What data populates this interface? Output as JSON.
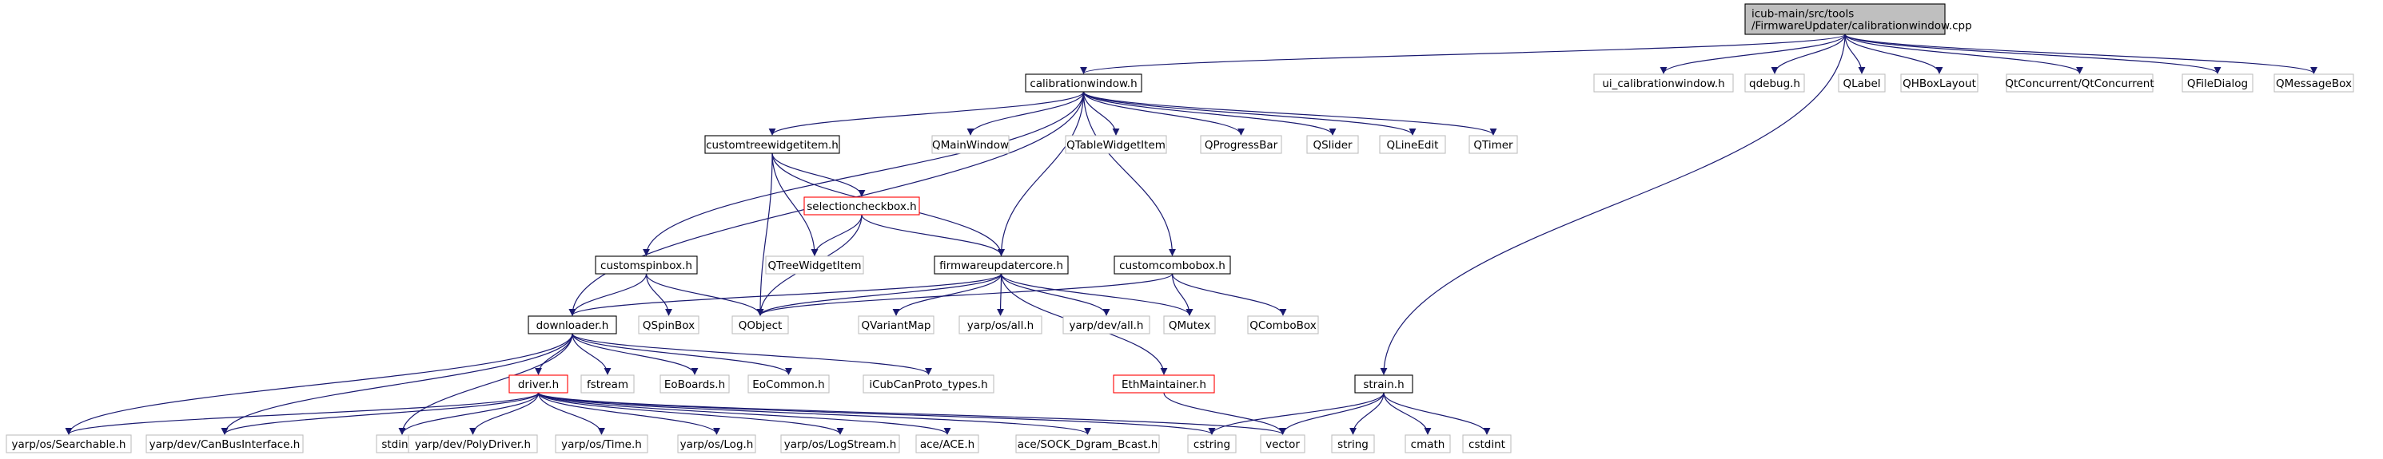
{
  "colors": {
    "edge": "#191970",
    "node_border_defined": "#000000",
    "node_border_external": "#bfbfbf",
    "node_border_truncated": "#ff0000",
    "node_fill": "#ffffff",
    "root_fill": "#bfbfbf"
  },
  "nodes": [
    {
      "id": "root",
      "lines": [
        "icub-main/src/tools",
        "/FirmwareUpdater/calibrationwindow.cpp"
      ],
      "kind": "root"
    },
    {
      "id": "calibrationwindow_h",
      "lines": [
        "calibrationwindow.h"
      ],
      "kind": "defined"
    },
    {
      "id": "ui_calibrationwindow_h",
      "lines": [
        "ui_calibrationwindow.h"
      ],
      "kind": "external"
    },
    {
      "id": "qdebug_h",
      "lines": [
        "qdebug.h"
      ],
      "kind": "external"
    },
    {
      "id": "QLabel",
      "lines": [
        "QLabel"
      ],
      "kind": "external"
    },
    {
      "id": "QHBoxLayout",
      "lines": [
        "QHBoxLayout"
      ],
      "kind": "external"
    },
    {
      "id": "QtConcurrent",
      "lines": [
        "QtConcurrent/QtConcurrent"
      ],
      "kind": "external"
    },
    {
      "id": "QFileDialog",
      "lines": [
        "QFileDialog"
      ],
      "kind": "external"
    },
    {
      "id": "QMessageBox",
      "lines": [
        "QMessageBox"
      ],
      "kind": "external"
    },
    {
      "id": "customtreewidgetitem_h",
      "lines": [
        "customtreewidgetitem.h"
      ],
      "kind": "defined"
    },
    {
      "id": "QMainWindow",
      "lines": [
        "QMainWindow"
      ],
      "kind": "external"
    },
    {
      "id": "QTableWidgetItem",
      "lines": [
        "QTableWidgetItem"
      ],
      "kind": "external"
    },
    {
      "id": "QProgressBar",
      "lines": [
        "QProgressBar"
      ],
      "kind": "external"
    },
    {
      "id": "QSlider",
      "lines": [
        "QSlider"
      ],
      "kind": "external"
    },
    {
      "id": "QLineEdit",
      "lines": [
        "QLineEdit"
      ],
      "kind": "external"
    },
    {
      "id": "QTimer",
      "lines": [
        "QTimer"
      ],
      "kind": "external"
    },
    {
      "id": "selectioncheckbox_h",
      "lines": [
        "selectioncheckbox.h"
      ],
      "kind": "truncated"
    },
    {
      "id": "QTreeWidgetItem",
      "lines": [
        "QTreeWidgetItem"
      ],
      "kind": "external"
    },
    {
      "id": "customspinbox_h",
      "lines": [
        "customspinbox.h"
      ],
      "kind": "defined"
    },
    {
      "id": "firmwareupdatercore_h",
      "lines": [
        "firmwareupdatercore.h"
      ],
      "kind": "defined"
    },
    {
      "id": "customcombobox_h",
      "lines": [
        "customcombobox.h"
      ],
      "kind": "defined"
    },
    {
      "id": "downloader_h",
      "lines": [
        "downloader.h"
      ],
      "kind": "defined"
    },
    {
      "id": "QSpinBox",
      "lines": [
        "QSpinBox"
      ],
      "kind": "external"
    },
    {
      "id": "QObject",
      "lines": [
        "QObject"
      ],
      "kind": "external"
    },
    {
      "id": "QVariantMap",
      "lines": [
        "QVariantMap"
      ],
      "kind": "external"
    },
    {
      "id": "yarp_os_all_h",
      "lines": [
        "yarp/os/all.h"
      ],
      "kind": "external"
    },
    {
      "id": "yarp_dev_all_h",
      "lines": [
        "yarp/dev/all.h"
      ],
      "kind": "external"
    },
    {
      "id": "QMutex",
      "lines": [
        "QMutex"
      ],
      "kind": "external"
    },
    {
      "id": "QComboBox",
      "lines": [
        "QComboBox"
      ],
      "kind": "external"
    },
    {
      "id": "driver_h",
      "lines": [
        "driver.h"
      ],
      "kind": "truncated"
    },
    {
      "id": "fstream",
      "lines": [
        "fstream"
      ],
      "kind": "external"
    },
    {
      "id": "EoBoards_h",
      "lines": [
        "EoBoards.h"
      ],
      "kind": "external"
    },
    {
      "id": "EoCommon_h",
      "lines": [
        "EoCommon.h"
      ],
      "kind": "external"
    },
    {
      "id": "iCubCanProto_types_h",
      "lines": [
        "iCubCanProto_types.h"
      ],
      "kind": "external"
    },
    {
      "id": "EthMaintainer_h",
      "lines": [
        "EthMaintainer.h"
      ],
      "kind": "truncated"
    },
    {
      "id": "strain_h",
      "lines": [
        "strain.h"
      ],
      "kind": "defined"
    },
    {
      "id": "yarp_os_Searchable_h",
      "lines": [
        "yarp/os/Searchable.h"
      ],
      "kind": "external"
    },
    {
      "id": "CanBusInterface_h",
      "lines": [
        "yarp/dev/CanBusInterface.h"
      ],
      "kind": "external"
    },
    {
      "id": "stdint_h",
      "lines": [
        "stdint.h"
      ],
      "kind": "external"
    },
    {
      "id": "PolyDriver_h",
      "lines": [
        "yarp/dev/PolyDriver.h"
      ],
      "kind": "external"
    },
    {
      "id": "Time_h",
      "lines": [
        "yarp/os/Time.h"
      ],
      "kind": "external"
    },
    {
      "id": "Log_h",
      "lines": [
        "yarp/os/Log.h"
      ],
      "kind": "external"
    },
    {
      "id": "LogStream_h",
      "lines": [
        "yarp/os/LogStream.h"
      ],
      "kind": "external"
    },
    {
      "id": "ACE_h",
      "lines": [
        "ace/ACE.h"
      ],
      "kind": "external"
    },
    {
      "id": "SOCK_Dgram_Bcast_h",
      "lines": [
        "ace/SOCK_Dgram_Bcast.h"
      ],
      "kind": "external"
    },
    {
      "id": "cstring",
      "lines": [
        "cstring"
      ],
      "kind": "external"
    },
    {
      "id": "vector",
      "lines": [
        "vector"
      ],
      "kind": "external"
    },
    {
      "id": "string",
      "lines": [
        "string"
      ],
      "kind": "external"
    },
    {
      "id": "cmath",
      "lines": [
        "cmath"
      ],
      "kind": "external"
    },
    {
      "id": "cstdint",
      "lines": [
        "cstdint"
      ],
      "kind": "external"
    }
  ],
  "edges": [
    [
      "root",
      "calibrationwindow_h"
    ],
    [
      "root",
      "ui_calibrationwindow_h"
    ],
    [
      "root",
      "qdebug_h"
    ],
    [
      "root",
      "QLabel"
    ],
    [
      "root",
      "QHBoxLayout"
    ],
    [
      "root",
      "QtConcurrent"
    ],
    [
      "root",
      "QFileDialog"
    ],
    [
      "root",
      "QMessageBox"
    ],
    [
      "root",
      "strain_h"
    ],
    [
      "calibrationwindow_h",
      "customtreewidgetitem_h"
    ],
    [
      "calibrationwindow_h",
      "QMainWindow"
    ],
    [
      "calibrationwindow_h",
      "QTableWidgetItem"
    ],
    [
      "calibrationwindow_h",
      "QProgressBar"
    ],
    [
      "calibrationwindow_h",
      "QSlider"
    ],
    [
      "calibrationwindow_h",
      "QLineEdit"
    ],
    [
      "calibrationwindow_h",
      "QTimer"
    ],
    [
      "calibrationwindow_h",
      "customspinbox_h"
    ],
    [
      "calibrationwindow_h",
      "firmwareupdatercore_h"
    ],
    [
      "calibrationwindow_h",
      "customcombobox_h"
    ],
    [
      "calibrationwindow_h",
      "downloader_h"
    ],
    [
      "customtreewidgetitem_h",
      "selectioncheckbox_h"
    ],
    [
      "customtreewidgetitem_h",
      "QTreeWidgetItem"
    ],
    [
      "customtreewidgetitem_h",
      "QObject"
    ],
    [
      "customtreewidgetitem_h",
      "firmwareupdatercore_h"
    ],
    [
      "selectioncheckbox_h",
      "QTreeWidgetItem"
    ],
    [
      "selectioncheckbox_h",
      "QObject"
    ],
    [
      "selectioncheckbox_h",
      "firmwareupdatercore_h"
    ],
    [
      "customspinbox_h",
      "downloader_h"
    ],
    [
      "customspinbox_h",
      "QSpinBox"
    ],
    [
      "customspinbox_h",
      "QObject"
    ],
    [
      "firmwareupdatercore_h",
      "downloader_h"
    ],
    [
      "firmwareupdatercore_h",
      "QObject"
    ],
    [
      "firmwareupdatercore_h",
      "QVariantMap"
    ],
    [
      "firmwareupdatercore_h",
      "yarp_os_all_h"
    ],
    [
      "firmwareupdatercore_h",
      "yarp_dev_all_h"
    ],
    [
      "firmwareupdatercore_h",
      "QMutex"
    ],
    [
      "firmwareupdatercore_h",
      "EthMaintainer_h"
    ],
    [
      "customcombobox_h",
      "QObject"
    ],
    [
      "customcombobox_h",
      "QMutex"
    ],
    [
      "customcombobox_h",
      "QComboBox"
    ],
    [
      "downloader_h",
      "driver_h"
    ],
    [
      "downloader_h",
      "fstream"
    ],
    [
      "downloader_h",
      "EoBoards_h"
    ],
    [
      "downloader_h",
      "EoCommon_h"
    ],
    [
      "downloader_h",
      "iCubCanProto_types_h"
    ],
    [
      "downloader_h",
      "yarp_os_Searchable_h"
    ],
    [
      "downloader_h",
      "CanBusInterface_h"
    ],
    [
      "downloader_h",
      "stdint_h"
    ],
    [
      "driver_h",
      "yarp_os_Searchable_h"
    ],
    [
      "driver_h",
      "CanBusInterface_h"
    ],
    [
      "driver_h",
      "stdint_h"
    ],
    [
      "driver_h",
      "PolyDriver_h"
    ],
    [
      "driver_h",
      "Time_h"
    ],
    [
      "driver_h",
      "Log_h"
    ],
    [
      "driver_h",
      "LogStream_h"
    ],
    [
      "driver_h",
      "ACE_h"
    ],
    [
      "driver_h",
      "SOCK_Dgram_Bcast_h"
    ],
    [
      "driver_h",
      "cstring"
    ],
    [
      "driver_h",
      "vector"
    ],
    [
      "EthMaintainer_h",
      "vector"
    ],
    [
      "strain_h",
      "cstring"
    ],
    [
      "strain_h",
      "vector"
    ],
    [
      "strain_h",
      "string"
    ],
    [
      "strain_h",
      "cmath"
    ],
    [
      "strain_h",
      "cstdint"
    ]
  ]
}
